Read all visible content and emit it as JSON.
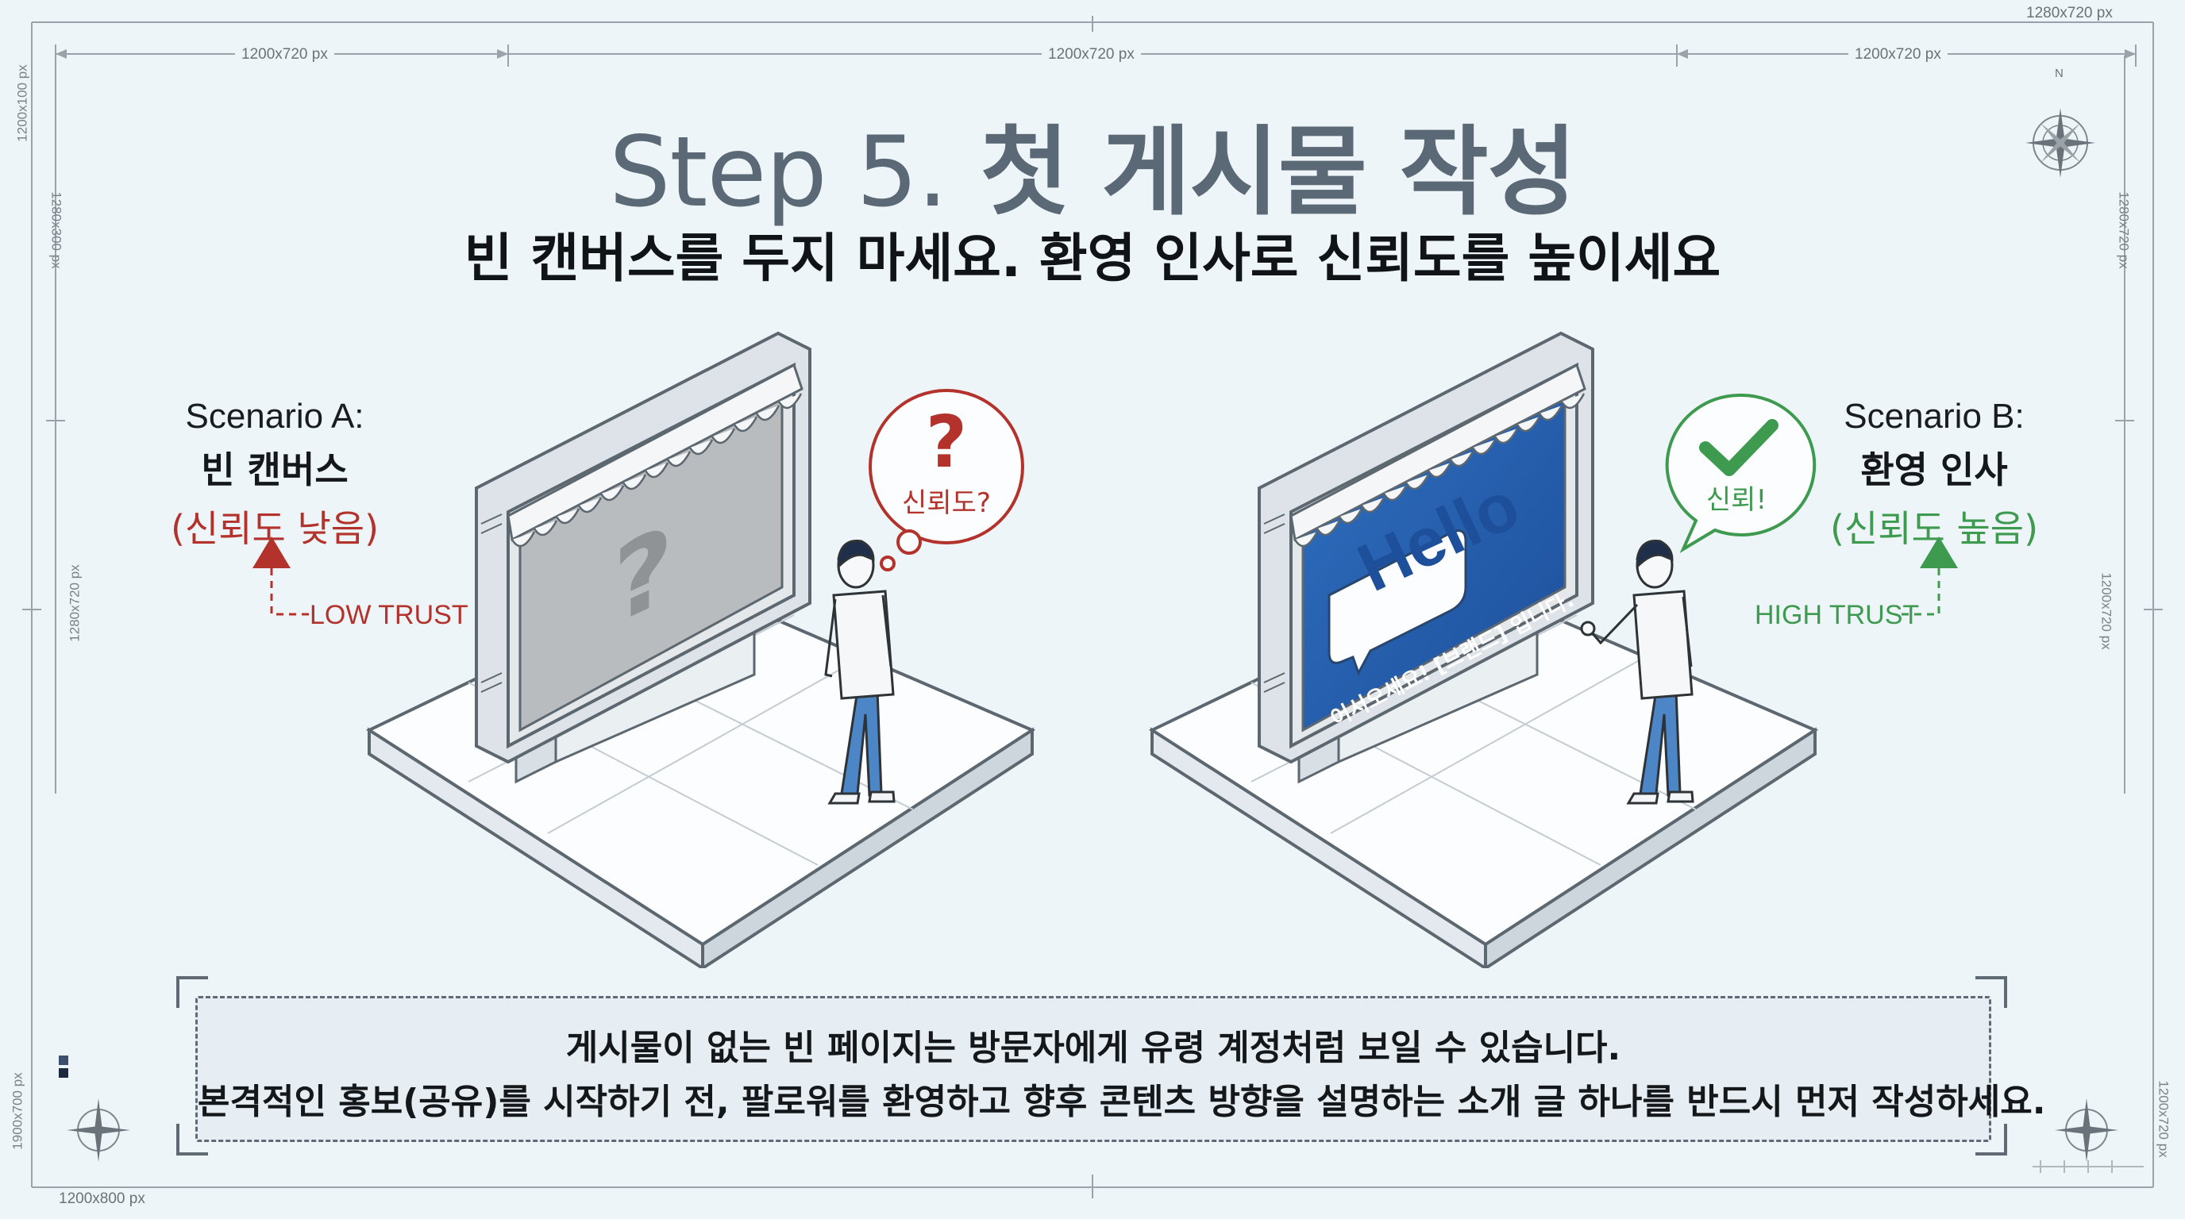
{
  "dimensions": {
    "top_right": "1280x720 px",
    "top_left": "1200x720 px",
    "top_center": "1200x720 px",
    "top_right_inner": "1200x720 px",
    "left_top": "1200x100 px",
    "left_upper": "1280x300 px",
    "left_middle": "1280x720 px",
    "left_bottom": "1900x700 px",
    "right_upper": "1280x720 px",
    "right_middle": "1200x720 px",
    "right_bottom": "1200x720 px",
    "bottom_left": "1200x800 px",
    "compass_n": "N"
  },
  "title": {
    "prefix": "Step 5.",
    "main": "첫 게시물 작성"
  },
  "subtitle": "빈 캔버스를 두지 마세요. 환영 인사로 신뢰도를 높이세요",
  "scenario_a": {
    "line1": "Scenario A:",
    "line2": "빈 캔버스",
    "line3": "(신뢰도 낮음)",
    "trust_label": "LOW TRUST",
    "bubble_text": "신뢰도?",
    "color": "#b3332c"
  },
  "scenario_b": {
    "line1": "Scenario B:",
    "line2": "환영 인사",
    "line3": "(신뢰도 높음)",
    "trust_label": "HIGH TRUST",
    "bubble_text": "신뢰!",
    "sign_hello": "Hello",
    "sign_sub": "어서오세요! [브랜드] 입니다.",
    "color": "#3d9a4f"
  },
  "note": {
    "line1": "게시물이 없는 빈 페이지는 방문자에게 유령 계정처럼 보일 수 있습니다.",
    "line2": "본격적인 홍보(공유)를 시작하기 전, 팔로워를 환영하고 향후 콘텐츠 방향을 설명하는 소개 글 하나를 반드시 먼저 작성하세요."
  }
}
